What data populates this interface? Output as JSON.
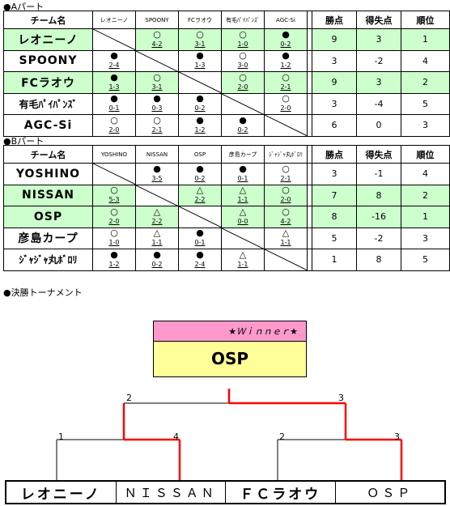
{
  "partA": {
    "label": "●Aパート",
    "header": {
      "team": "チーム名",
      "cols": [
        "レオニーノ",
        "SPOONY",
        "FCラオウ",
        "有毛ﾊﾟｲﾊﾟﾝｽﾞ",
        "AGC-Si"
      ],
      "points": "勝点",
      "diff": "得失点",
      "rank": "順位"
    },
    "rows": [
      {
        "team": "レオニーノ",
        "green": true,
        "cells": [
          null,
          {
            "m": "○",
            "s": "4-2"
          },
          {
            "m": "○",
            "s": "3-1"
          },
          {
            "m": "○",
            "s": "1-0"
          },
          {
            "m": "●",
            "s": "0-2"
          }
        ],
        "points": "9",
        "diff": "3",
        "rank": "1"
      },
      {
        "team": "SPOONY",
        "green": false,
        "cells": [
          {
            "m": "●",
            "s": "2-4"
          },
          null,
          {
            "m": "●",
            "s": "1-3"
          },
          {
            "m": "○",
            "s": "3-0"
          },
          {
            "m": "●",
            "s": "1-2"
          }
        ],
        "points": "3",
        "diff": "-2",
        "rank": "4"
      },
      {
        "team": "FCラオウ",
        "green": true,
        "cells": [
          {
            "m": "●",
            "s": "1-3"
          },
          {
            "m": "○",
            "s": "3-1"
          },
          null,
          {
            "m": "○",
            "s": "2-0"
          },
          {
            "m": "○",
            "s": "2-1"
          }
        ],
        "points": "9",
        "diff": "3",
        "rank": "2"
      },
      {
        "team": "有毛ﾊﾟｲﾊﾟﾝｽﾞ",
        "green": false,
        "cells": [
          {
            "m": "●",
            "s": "0-1"
          },
          {
            "m": "●",
            "s": "0-3"
          },
          {
            "m": "●",
            "s": "0-2"
          },
          null,
          {
            "m": "○",
            "s": "2-0"
          }
        ],
        "points": "3",
        "diff": "-4",
        "rank": "5"
      },
      {
        "team": "AGC-Si",
        "green": false,
        "cells": [
          {
            "m": "○",
            "s": "2-0"
          },
          {
            "m": "○",
            "s": "2-1"
          },
          {
            "m": "●",
            "s": "1-2"
          },
          {
            "m": "●",
            "s": "0-2"
          },
          null
        ],
        "points": "6",
        "diff": "0",
        "rank": "3"
      }
    ]
  },
  "partB": {
    "label": "●Bパート",
    "header": {
      "team": "チーム名",
      "cols": [
        "YOSHINO",
        "NISSAN",
        "OSP",
        "彦島カープ",
        "ｼﾞｬｼﾞｬ丸ﾎﾞﾛﾘ"
      ],
      "points": "勝点",
      "diff": "得失点",
      "rank": "順位"
    },
    "rows": [
      {
        "team": "YOSHINO",
        "green": false,
        "cells": [
          null,
          {
            "m": "●",
            "s": "3-5"
          },
          {
            "m": "●",
            "s": "0-2"
          },
          {
            "m": "●",
            "s": "0-1"
          },
          {
            "m": "○",
            "s": "2-1"
          }
        ],
        "points": "3",
        "diff": "-1",
        "rank": "4"
      },
      {
        "team": "NISSAN",
        "green": true,
        "cells": [
          {
            "m": "○",
            "s": "5-3"
          },
          null,
          {
            "m": "△",
            "s": "2-2"
          },
          {
            "m": "△",
            "s": "1-1"
          },
          {
            "m": "○",
            "s": "2-0"
          }
        ],
        "points": "7",
        "diff": "8",
        "rank": "2"
      },
      {
        "team": "OSP",
        "green": true,
        "cells": [
          {
            "m": "○",
            "s": "2-0"
          },
          {
            "m": "△",
            "s": "2-2"
          },
          null,
          {
            "m": "△",
            "s": "0-0"
          },
          {
            "m": "○",
            "s": "4-2"
          }
        ],
        "points": "8",
        "diff": "-16",
        "rank": "1"
      },
      {
        "team": "彦島カープ",
        "green": false,
        "cells": [
          {
            "m": "○",
            "s": "1-0"
          },
          {
            "m": "△",
            "s": "1-1"
          },
          {
            "m": "●",
            "s": "0-1"
          },
          null,
          {
            "m": "△",
            "s": "1-1"
          }
        ],
        "points": "5",
        "diff": "-2",
        "rank": "3"
      },
      {
        "team": "ｼﾞｬｼﾞｬ丸ﾎﾞﾛﾘ",
        "green": false,
        "cells": [
          {
            "m": "●",
            "s": "1-2"
          },
          {
            "m": "●",
            "s": "0-2"
          },
          {
            "m": "●",
            "s": "2-4"
          },
          {
            "m": "△",
            "s": "1-1"
          },
          null
        ],
        "points": "1",
        "diff": "8",
        "rank": "5"
      }
    ]
  },
  "tournament": {
    "label": "●決勝トーナメント",
    "winner_banner": "★Ｗｉｎｎｅｒ★",
    "champion": "OSP",
    "teams": [
      "レオニーノ",
      "ＮＩＳＳＡＮ",
      "ＦＣラオウ",
      "ＯＳＰ"
    ],
    "scores": {
      "sf1_left": "1",
      "sf1_right": "4",
      "sf2_left": "2",
      "sf2_right": "3",
      "final_left": "2",
      "final_right": "3"
    },
    "colors": {
      "win_line": "#ff0000",
      "line": "#000000",
      "banner": "#ff99cc",
      "champion_bg": "#ffff99",
      "qualified_row": "#ccffcc"
    }
  }
}
